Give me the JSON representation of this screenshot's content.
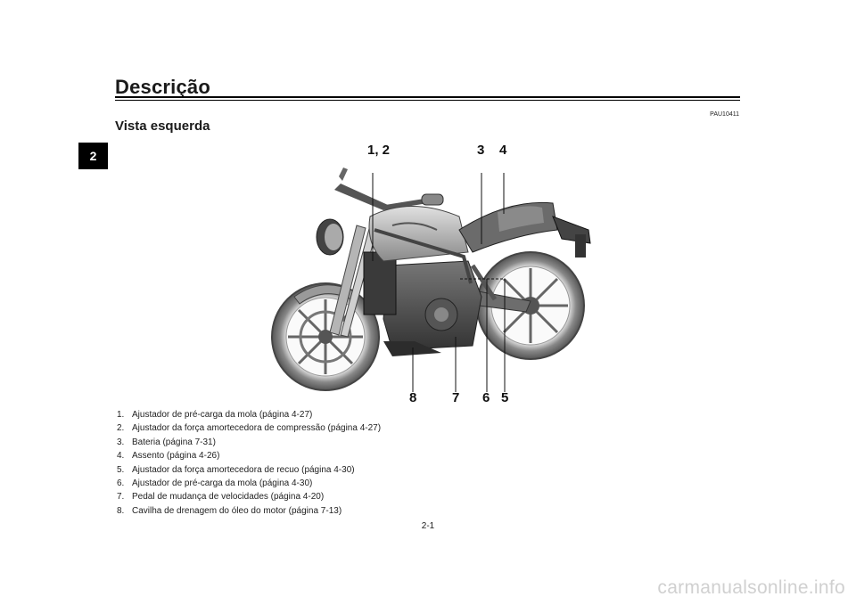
{
  "chapter_tab": "2",
  "page_title": "Descrição",
  "code": "PAU10411",
  "section_title": "Vista esquerda",
  "callouts": {
    "c12": "1, 2",
    "c3": "3",
    "c4": "4",
    "c8": "8",
    "c7": "7",
    "c6": "6",
    "c5": "5"
  },
  "legend": [
    {
      "num": "1.",
      "text": "Ajustador de pré-carga da mola (página 4-27)"
    },
    {
      "num": "2.",
      "text": "Ajustador da força amortecedora de compressão (página 4-27)"
    },
    {
      "num": "3.",
      "text": "Bateria (página 7-31)"
    },
    {
      "num": "4.",
      "text": "Assento (página 4-26)"
    },
    {
      "num": "5.",
      "text": "Ajustador da força amortecedora de recuo (página 4-30)"
    },
    {
      "num": "6.",
      "text": "Ajustador de pré-carga da mola (página 4-30)"
    },
    {
      "num": "7.",
      "text": "Pedal de mudança de velocidades (página 4-20)"
    },
    {
      "num": "8.",
      "text": "Cavilha de drenagem do óleo do motor (página 7-13)"
    }
  ],
  "page_number": "2-1",
  "watermark": "carmanualsonline.info"
}
